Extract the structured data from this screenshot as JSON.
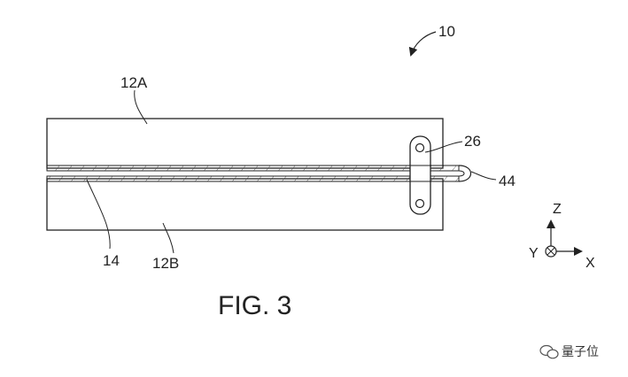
{
  "figure": {
    "caption": "FIG. 3",
    "labels": {
      "assembly": "10",
      "upper_panel": "12A",
      "lower_panel": "12B",
      "flexible_layer": "14",
      "hinge": "26",
      "edge": "44"
    },
    "axes": {
      "z": "Z",
      "y": "Y",
      "x": "X"
    }
  },
  "watermark": {
    "text": "量子位"
  },
  "colors": {
    "ink": "#222222",
    "background": "#ffffff"
  }
}
